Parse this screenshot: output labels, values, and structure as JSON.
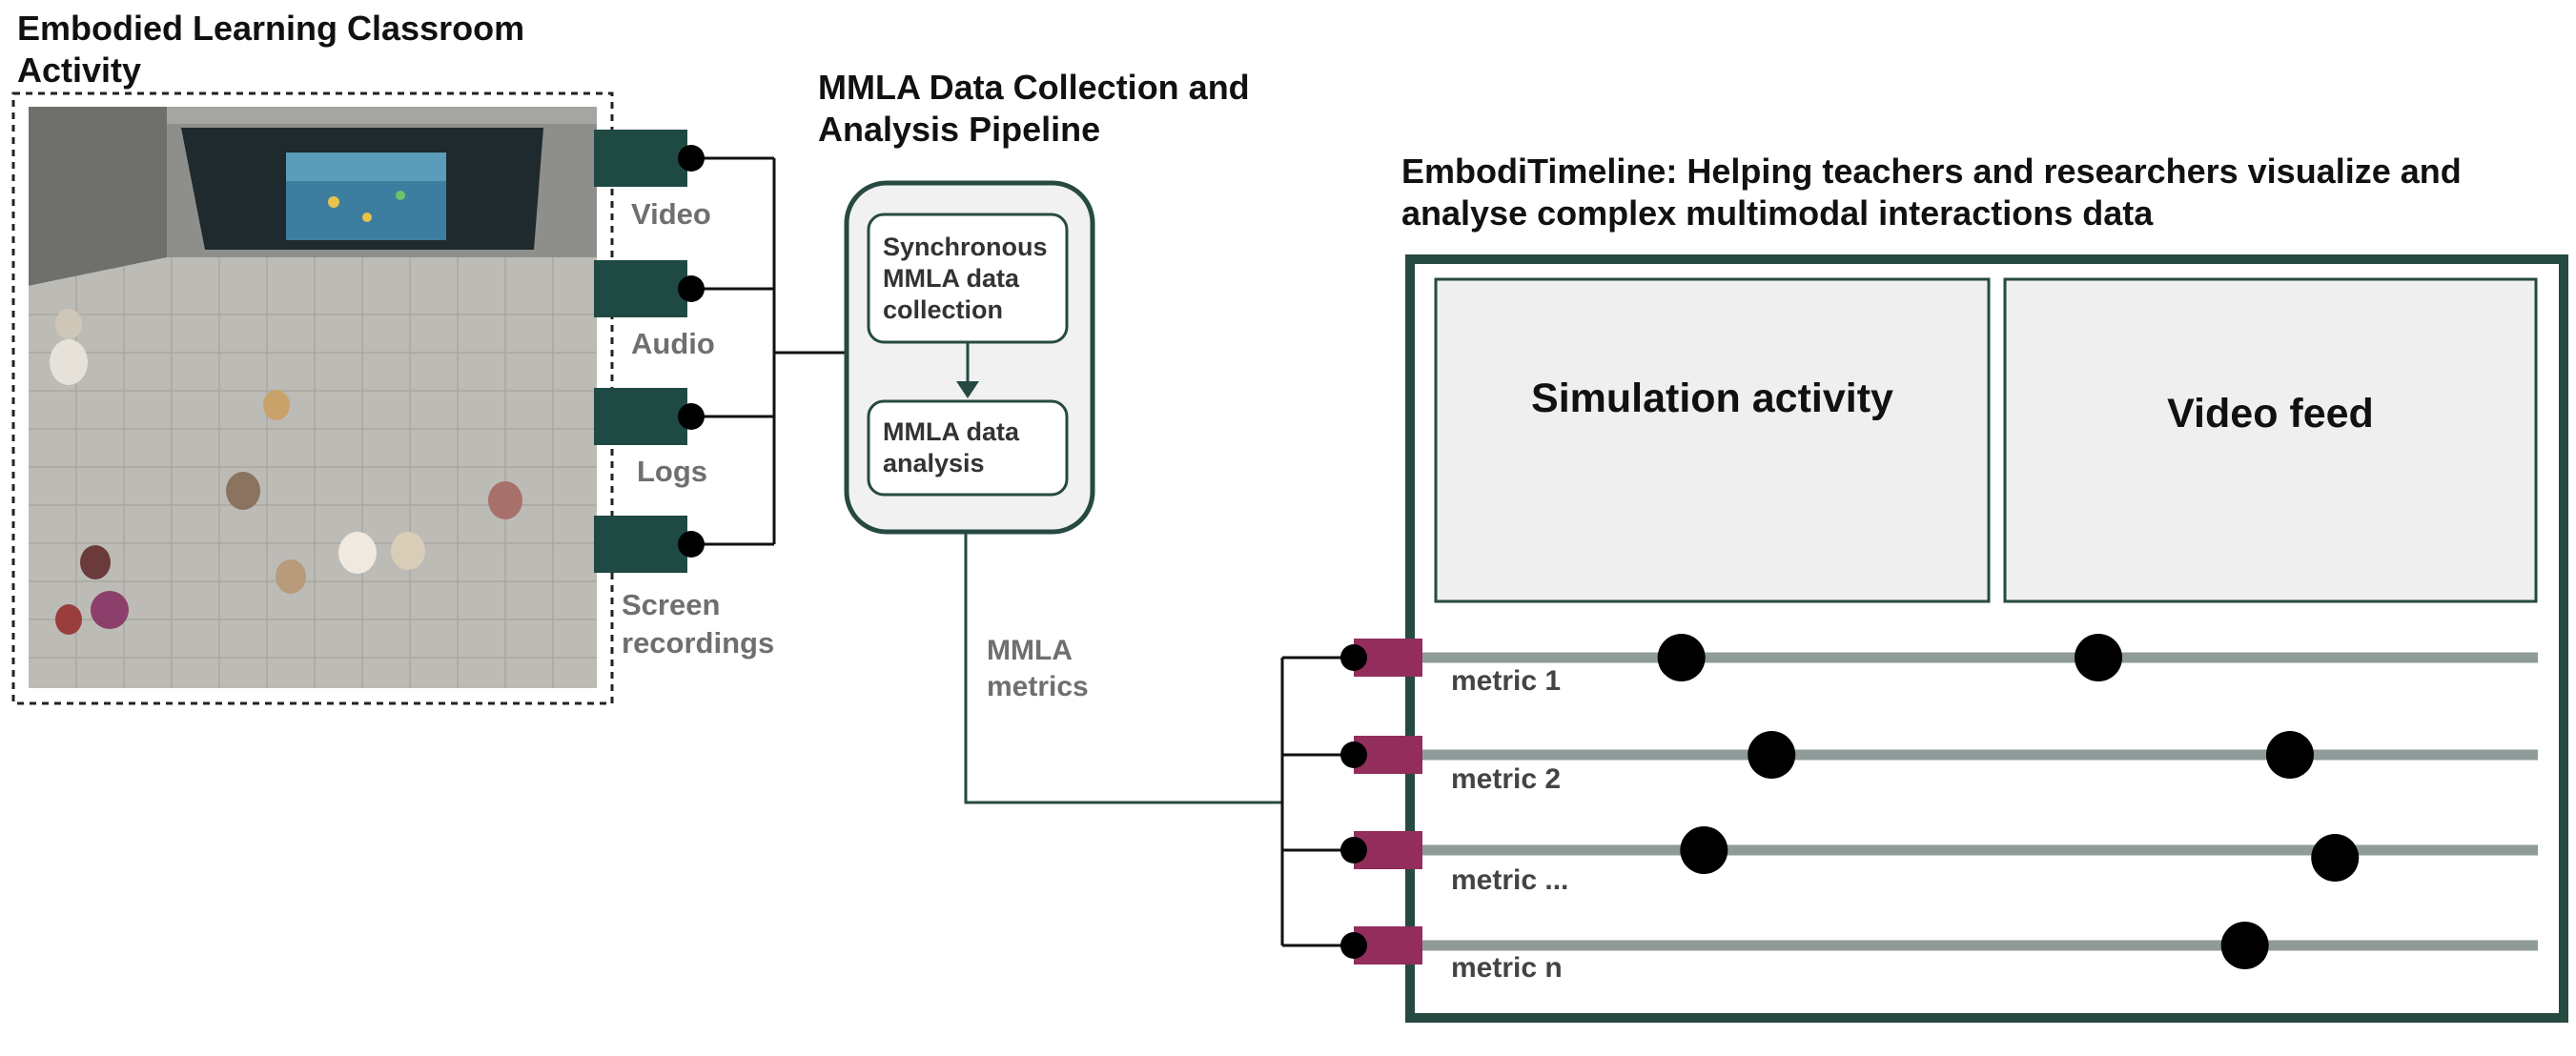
{
  "classroom": {
    "title": "Embodied Learning Classroom Activity",
    "streams": [
      {
        "label": "Video"
      },
      {
        "label": "Audio"
      },
      {
        "label": "Logs"
      },
      {
        "label": "Screen recordings"
      }
    ]
  },
  "pipeline": {
    "title": "MMLA Data Collection and Analysis Pipeline",
    "box_collection": "Synchronous MMLA data collection",
    "box_analysis": "MMLA data analysis",
    "metrics_label": "MMLA metrics"
  },
  "timeline": {
    "title": "EmbodiTimeline: Helping teachers and researchers visualize and analyse complex multimodal interactions data",
    "panel_left": "Simulation activity",
    "panel_right": "Video feed",
    "metrics": [
      {
        "label": "metric 1",
        "events": [
          0.24,
          0.61
        ]
      },
      {
        "label": "metric 2",
        "events": [
          0.32,
          0.78
        ]
      },
      {
        "label": "metric ...",
        "events": [
          0.26,
          0.82
        ]
      },
      {
        "label": "metric n",
        "events": [
          0.74
        ]
      }
    ]
  },
  "colors": {
    "dark_green": "#264a42",
    "port_green": "#1f4a43",
    "magenta": "#922d5c",
    "track_gray": "#8f9b99",
    "panel_fill": "#efefef",
    "floor": "#bdbbb6"
  }
}
